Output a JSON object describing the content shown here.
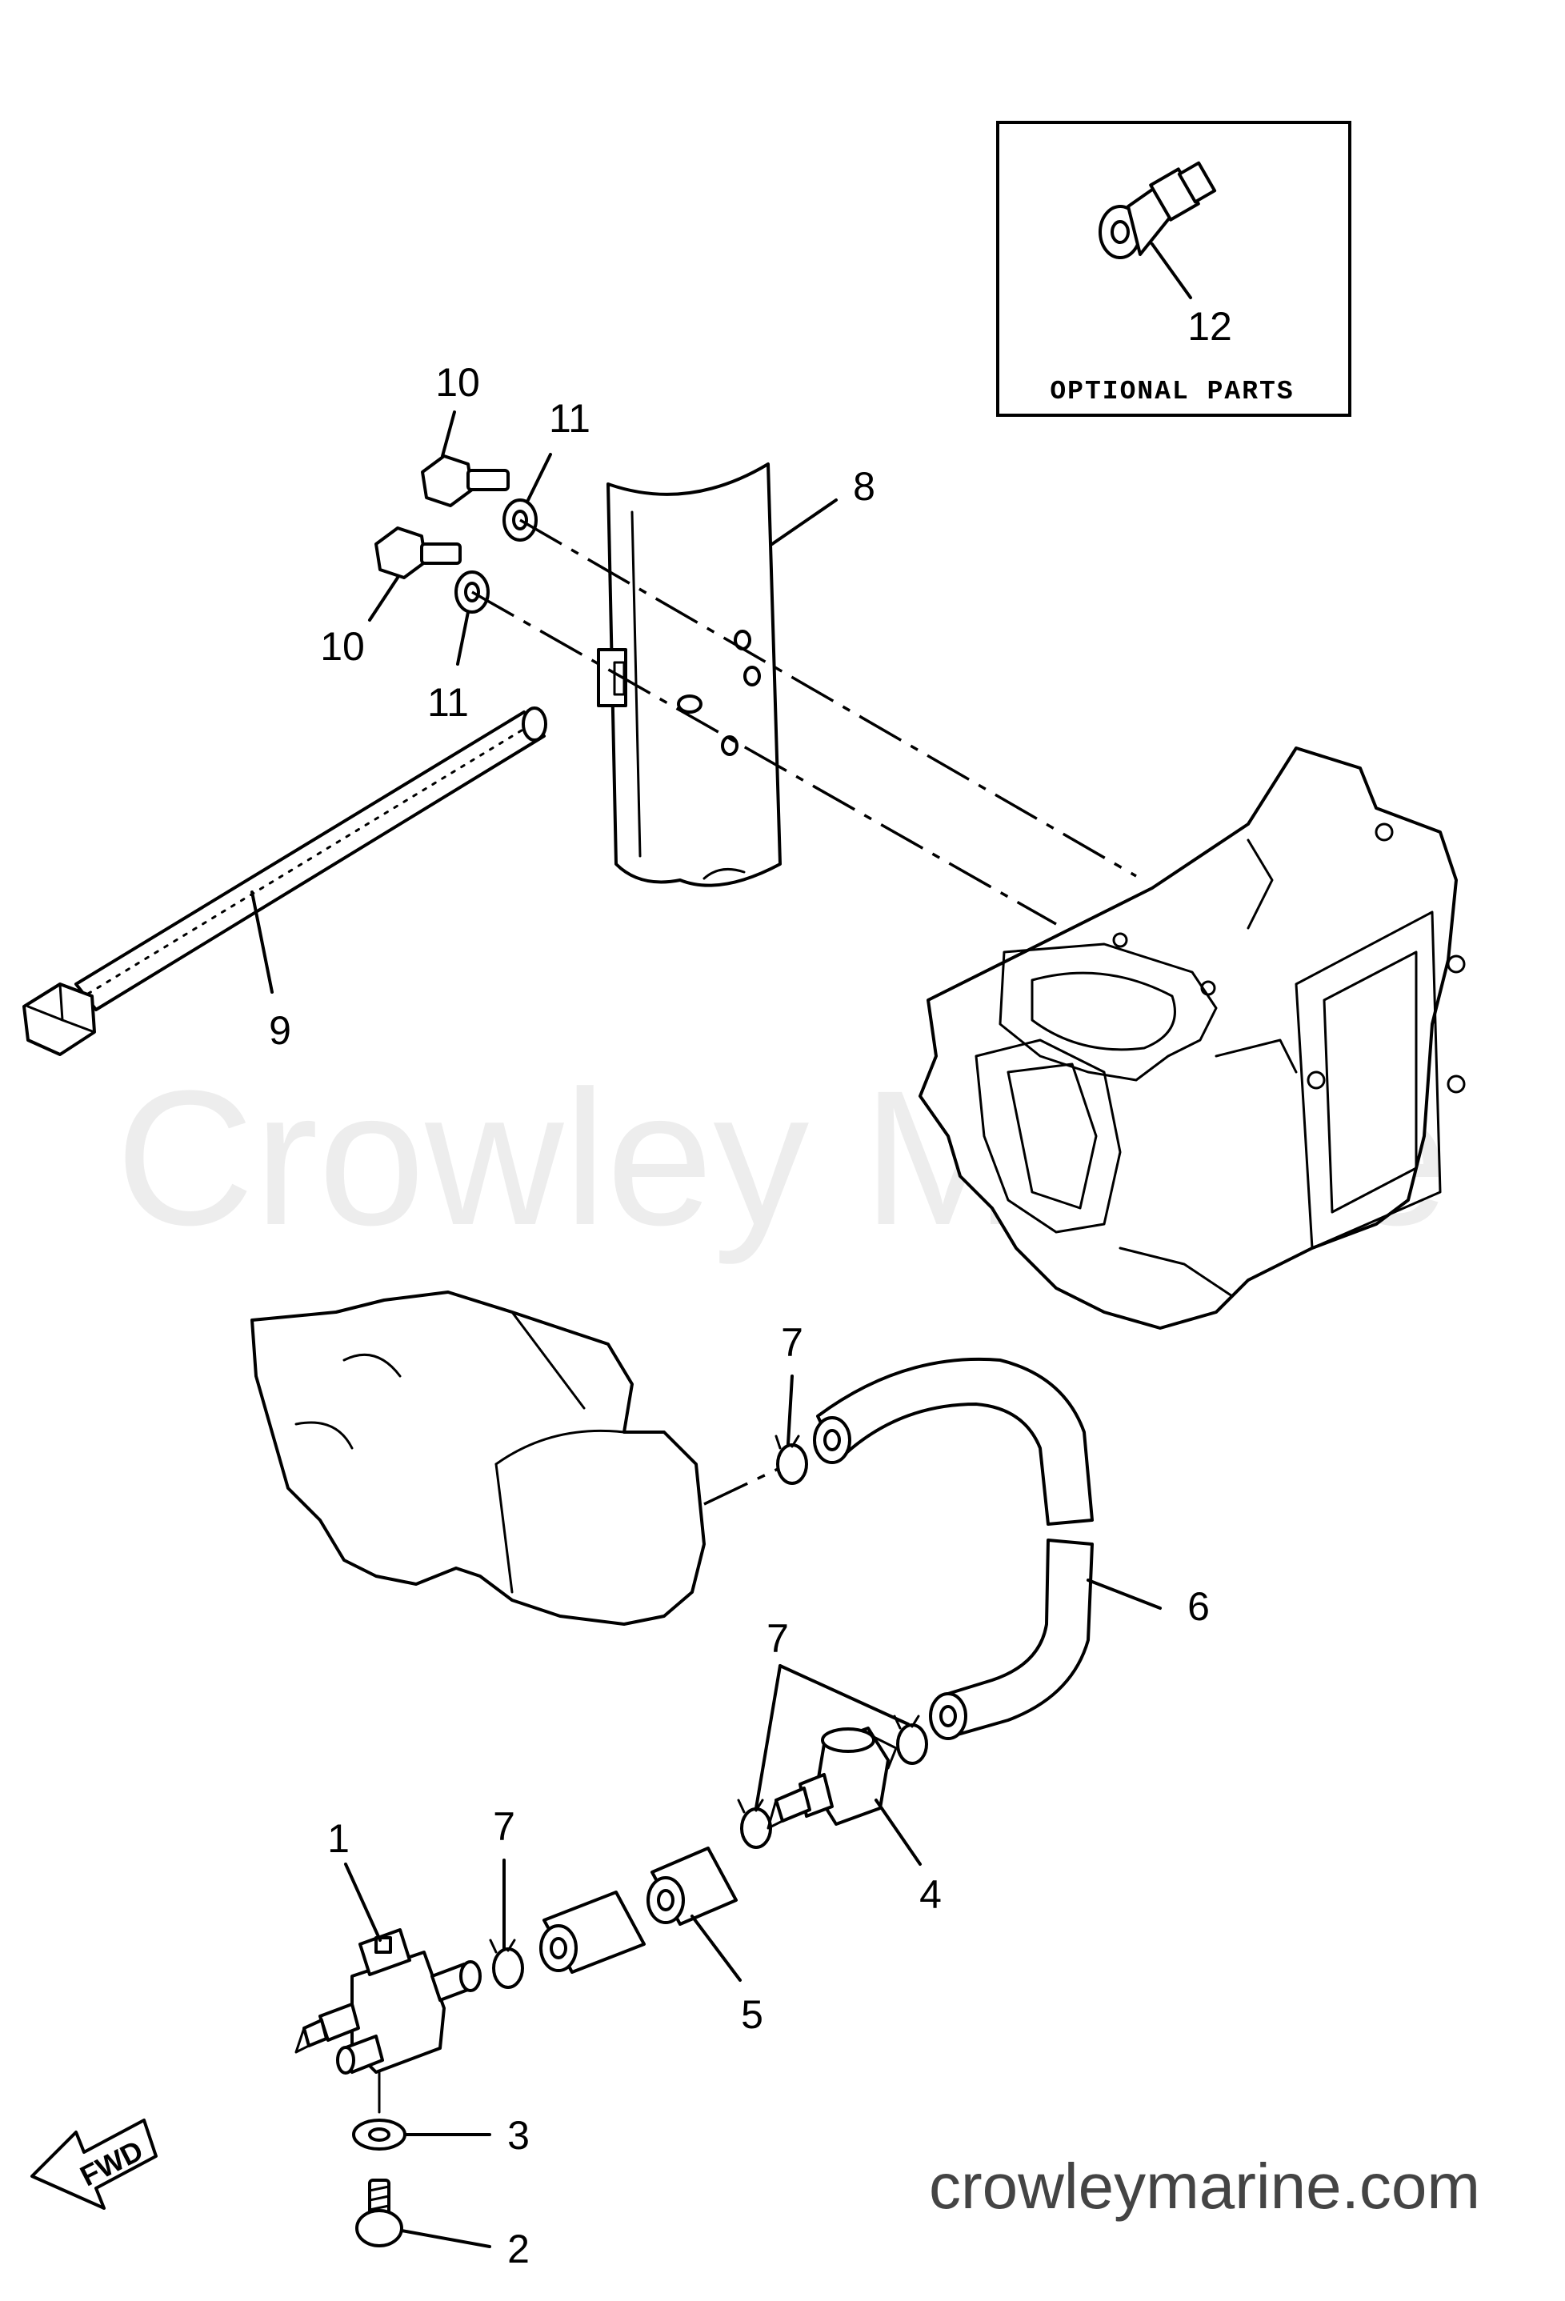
{
  "optional_box": {
    "label": "OPTIONAL PARTS"
  },
  "callouts": {
    "p1": "1",
    "p2": "2",
    "p3": "3",
    "p4": "4",
    "p5": "5",
    "p6": "6",
    "p7a": "7",
    "p7b": "7",
    "p7c": "7",
    "p8": "8",
    "p9": "9",
    "p10a": "10",
    "p10b": "10",
    "p11a": "11",
    "p11b": "11",
    "p12": "12"
  },
  "watermark": "Crowley Marine",
  "site_url": "crowleymarine.com",
  "fwd_label": "FWD"
}
